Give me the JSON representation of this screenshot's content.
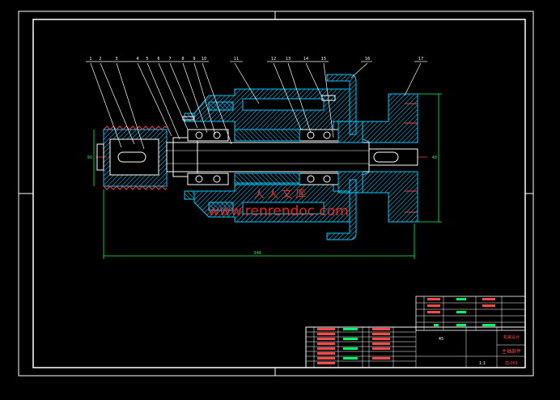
{
  "drawing": {
    "watermark": "人 人 文 库",
    "watermark_url": "www.renrendoc.com",
    "dimensions": {
      "overall_length": "344",
      "right_height": "48",
      "left_height": "90"
    },
    "balloons": [
      "1",
      "2",
      "3",
      "4",
      "5",
      "6",
      "7",
      "8",
      "9",
      "10",
      "11",
      "12",
      "13",
      "14",
      "15",
      "16",
      "17"
    ],
    "colors": {
      "outline": "#ffffff",
      "section": "#00c8ff",
      "dimension": "#00ff66",
      "leader": "#ffffff",
      "watermark": "#ff2a2a",
      "title_text": "#ff4a4a",
      "title_green": "#00ff66",
      "title_frame": "#ffffff"
    }
  },
  "title_block": {
    "drawing_name": "主轴部件",
    "drawing_no": "ZJ-001",
    "scale": "1:1",
    "material": "45",
    "company": "机械设计"
  }
}
